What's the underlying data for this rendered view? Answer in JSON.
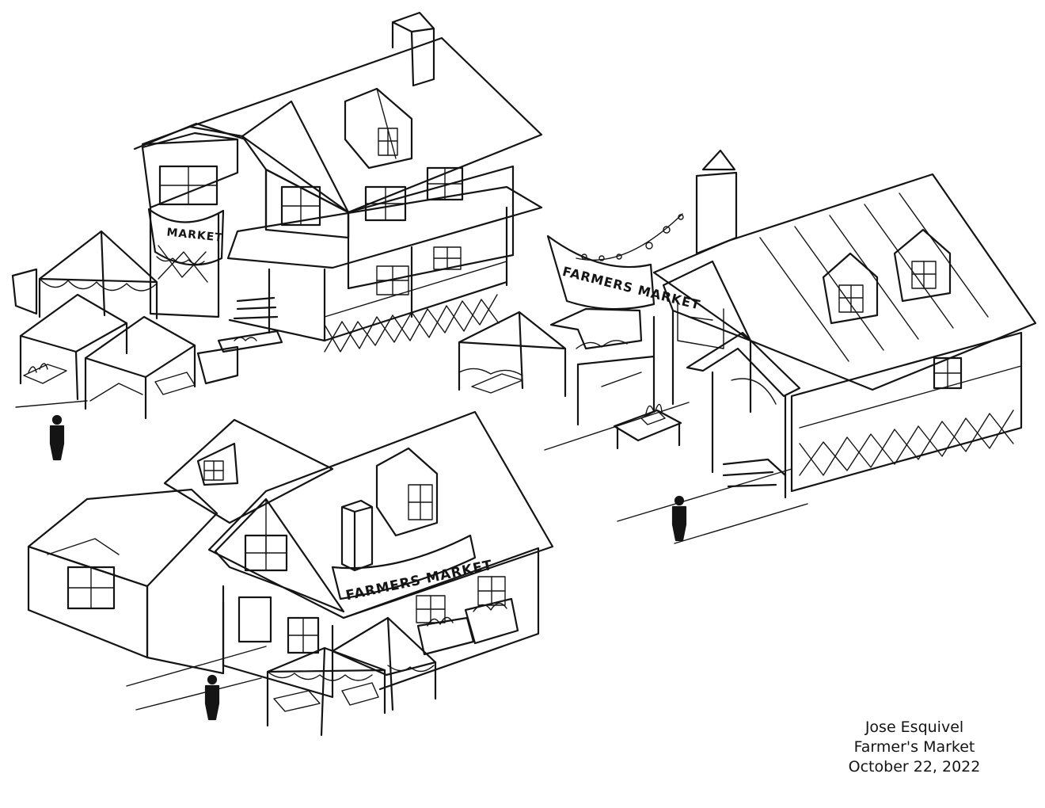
{
  "banners": {
    "top_left": "MARKET",
    "right": "FARMERS MARKET",
    "bottom": "FARMERS MARKET"
  },
  "caption": {
    "author": "Jose Esquivel",
    "title": "Farmer's Market",
    "date": "October 22, 2022"
  }
}
